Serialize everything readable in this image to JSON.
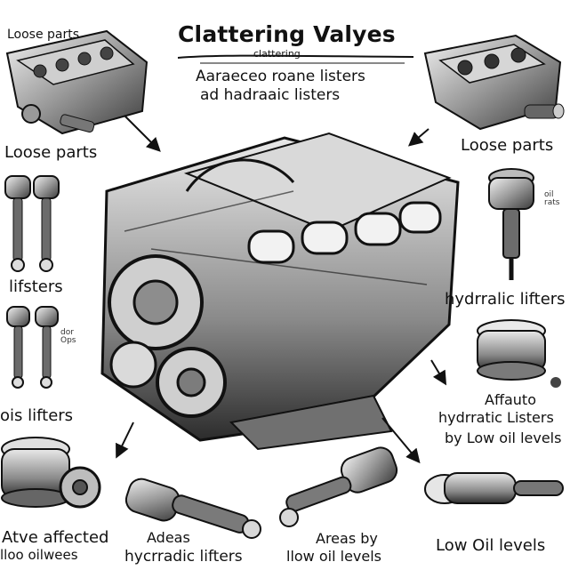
{
  "diagram": {
    "title": "Clattering Valyes",
    "subtitle_1": "clattering",
    "subtitle_2": "Aaraeceo roane listers",
    "subtitle_3": "ad hadraaic listers",
    "labels": {
      "top_left": "Loose parts",
      "left_upper": "Loose parts",
      "right_upper": "Loose parts",
      "left_mid": "lifsters",
      "left_low": "ois lifters",
      "tiny_left": "dor\nOps",
      "tiny_right": "oil\nrats",
      "right_mid": "hydrralic lifters",
      "right_low_1": "Affauto",
      "right_low_2": "hydrratic Listers",
      "right_low_3": "by Low oil levels",
      "bottom_1_a": "Atve affected",
      "bottom_1_b": "lloo oilwees",
      "bottom_2_a": "Adeas",
      "bottom_2_b": "hycrradic lifters",
      "bottom_3_a": "Areas by",
      "bottom_3_b": "llow oil levels",
      "bottom_4": "Low Oil levels"
    }
  }
}
